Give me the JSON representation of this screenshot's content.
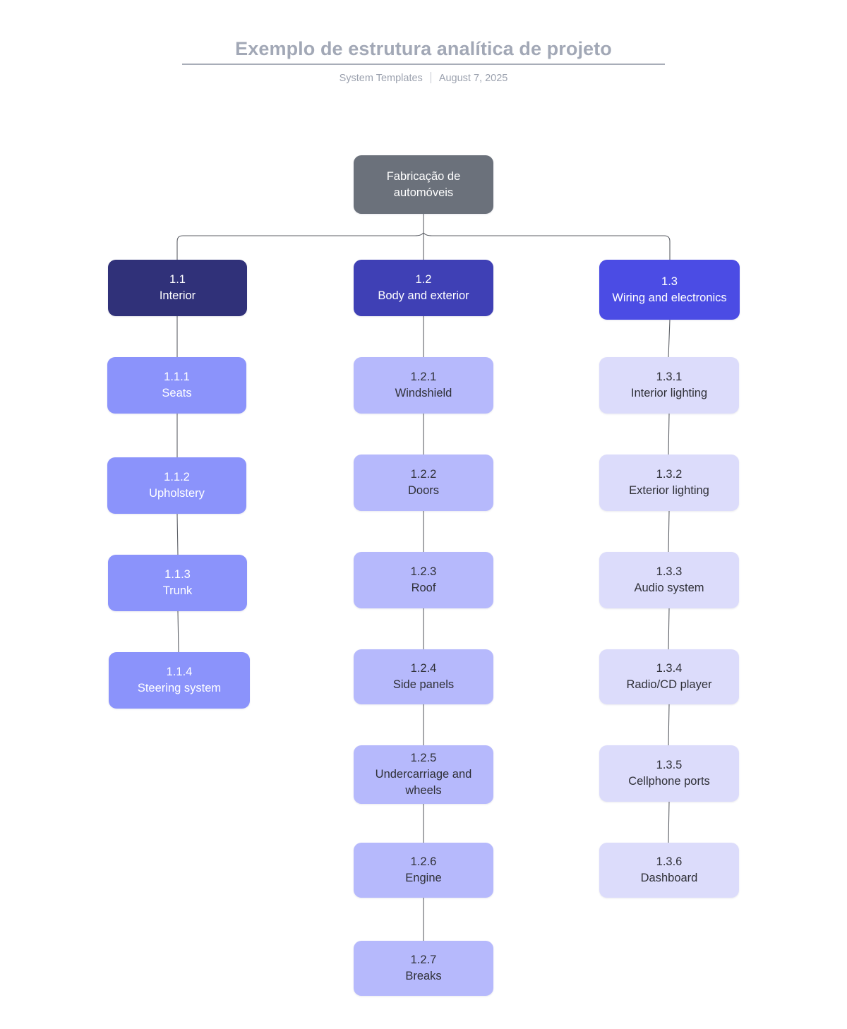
{
  "header": {
    "title": "Exemplo de estrutura analítica de projeto",
    "author": "System Templates",
    "date": "August 7, 2025"
  },
  "colors": {
    "root": "#6b717b",
    "level1_col1": "#303179",
    "level1_col2": "#3f40b5",
    "level1_col3": "#4b4ce4",
    "level2_col1": "#8b93fb",
    "level2_col2": "#b6b9fc",
    "level2_col3": "#dcdcfb",
    "connector": "#5c5f66",
    "title": "#a2a8b6",
    "meta": "#9ba1ae",
    "rule": "#a8adb8",
    "text_light": "#ffffff",
    "text_dark": "#2f3037"
  },
  "chart_data": {
    "type": "diagram",
    "diagram_kind": "work-breakdown-structure",
    "title": "Exemplo de estrutura analítica de projeto",
    "root": {
      "id": "root",
      "code": "",
      "label": "Fabricação de automóveis"
    },
    "branches": [
      {
        "code": "1.1",
        "label": "Interior",
        "children": [
          {
            "code": "1.1.1",
            "label": "Seats"
          },
          {
            "code": "1.1.2",
            "label": "Upholstery"
          },
          {
            "code": "1.1.3",
            "label": "Trunk"
          },
          {
            "code": "1.1.4",
            "label": "Steering system"
          }
        ]
      },
      {
        "code": "1.2",
        "label": "Body and exterior",
        "children": [
          {
            "code": "1.2.1",
            "label": "Windshield"
          },
          {
            "code": "1.2.2",
            "label": "Doors"
          },
          {
            "code": "1.2.3",
            "label": "Roof"
          },
          {
            "code": "1.2.4",
            "label": "Side panels"
          },
          {
            "code": "1.2.5",
            "label": "Undercarriage and wheels"
          },
          {
            "code": "1.2.6",
            "label": "Engine"
          },
          {
            "code": "1.2.7",
            "label": "Breaks"
          }
        ]
      },
      {
        "code": "1.3",
        "label": "Wiring and electronics",
        "children": [
          {
            "code": "1.3.1",
            "label": "Interior lighting"
          },
          {
            "code": "1.3.2",
            "label": "Exterior lighting"
          },
          {
            "code": "1.3.3",
            "label": "Audio system"
          },
          {
            "code": "1.3.4",
            "label": "Radio/CD player"
          },
          {
            "code": "1.3.5",
            "label": "Cellphone ports"
          },
          {
            "code": "1.3.6",
            "label": "Dashboard"
          }
        ]
      }
    ]
  },
  "nodes": {
    "root": {
      "code": "",
      "label": "Fabricação de automóveis"
    },
    "n11": {
      "code": "1.1",
      "label": "Interior"
    },
    "n12": {
      "code": "1.2",
      "label": "Body and exterior"
    },
    "n13": {
      "code": "1.3",
      "label": "Wiring and electronics"
    },
    "n111": {
      "code": "1.1.1",
      "label": "Seats"
    },
    "n112": {
      "code": "1.1.2",
      "label": "Upholstery"
    },
    "n113": {
      "code": "1.1.3",
      "label": "Trunk"
    },
    "n114": {
      "code": "1.1.4",
      "label": "Steering system"
    },
    "n121": {
      "code": "1.2.1",
      "label": "Windshield"
    },
    "n122": {
      "code": "1.2.2",
      "label": "Doors"
    },
    "n123": {
      "code": "1.2.3",
      "label": "Roof"
    },
    "n124": {
      "code": "1.2.4",
      "label": "Side panels"
    },
    "n125": {
      "code": "1.2.5",
      "label": "Undercarriage and wheels"
    },
    "n126": {
      "code": "1.2.6",
      "label": "Engine"
    },
    "n127": {
      "code": "1.2.7",
      "label": "Breaks"
    },
    "n131": {
      "code": "1.3.1",
      "label": "Interior lighting"
    },
    "n132": {
      "code": "1.3.2",
      "label": "Exterior lighting"
    },
    "n133": {
      "code": "1.3.3",
      "label": "Audio system"
    },
    "n134": {
      "code": "1.3.4",
      "label": "Radio/CD player"
    },
    "n135": {
      "code": "1.3.5",
      "label": "Cellphone ports"
    },
    "n136": {
      "code": "1.3.6",
      "label": "Dashboard"
    }
  }
}
